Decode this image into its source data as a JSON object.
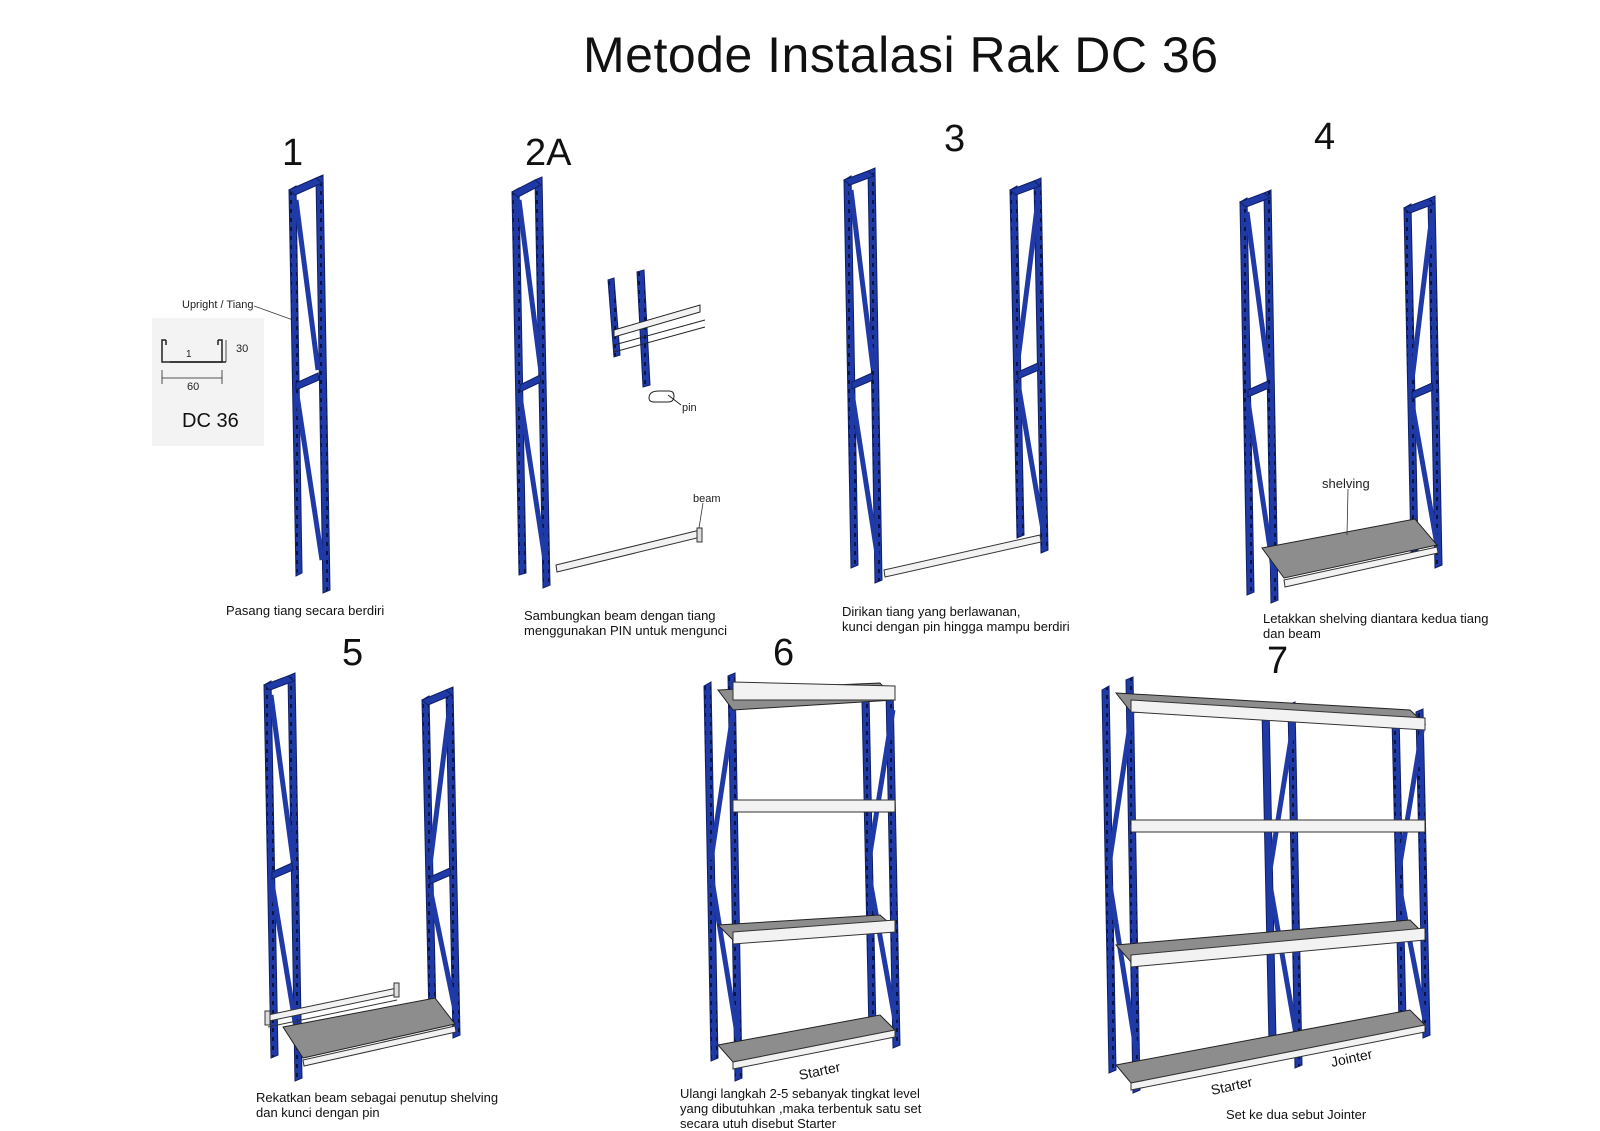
{
  "title": "Metode Instalasi Rak DC 36",
  "profile": {
    "callout": "Upright / Tiang",
    "name": "DC 36",
    "width": "60",
    "height": "30",
    "lip": "1"
  },
  "steps": [
    {
      "number": "1",
      "caption_lines": [
        "Pasang tiang secara berdiri"
      ]
    },
    {
      "number": "2A",
      "caption_lines": [
        "Sambungkan beam dengan tiang",
        "menggunakan PIN untuk mengunci"
      ],
      "labels": {
        "pin": "pin",
        "beam": "beam"
      }
    },
    {
      "number": "3",
      "caption_lines": [
        "Dirikan tiang yang berlawanan,",
        "kunci dengan pin hingga mampu berdiri"
      ]
    },
    {
      "number": "4",
      "caption_lines": [
        "Letakkan shelving diantara kedua tiang",
        "dan beam"
      ],
      "labels": {
        "shelving": "shelving"
      }
    },
    {
      "number": "5",
      "caption_lines": [
        "Rekatkan beam sebagai penutup shelving",
        "dan kunci dengan pin"
      ]
    },
    {
      "number": "6",
      "caption_lines": [
        "Ulangi langkah 2-5 sebanyak tingkat level",
        "yang dibutuhkan ,maka terbentuk satu set",
        "secara utuh disebut Starter"
      ],
      "labels": {
        "starter": "Starter"
      }
    },
    {
      "number": "7",
      "caption_lines": [
        "Set ke dua sebut Jointer"
      ],
      "labels": {
        "starter": "Starter",
        "jointer": "Jointer"
      }
    }
  ],
  "colors": {
    "upright": "#1f3aa6",
    "upright_dark": "#0f1f66",
    "beam": "#f2f2f2",
    "shelf": "#8d8d8d",
    "line": "#222222"
  }
}
